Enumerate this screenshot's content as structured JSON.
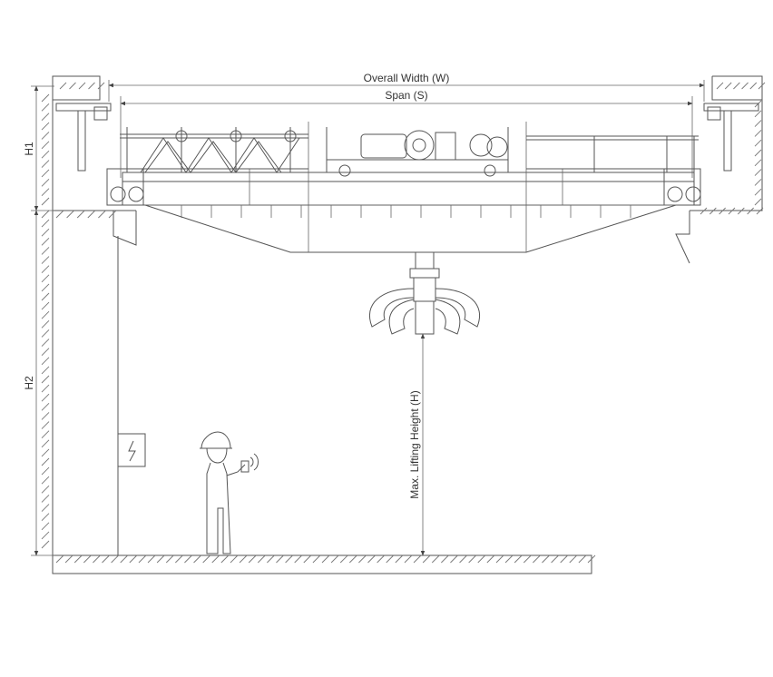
{
  "dimensions": {
    "overall_width": "Overall Width (W)",
    "span": "Span (S)",
    "h1": "H1",
    "h2": "H2",
    "max_lifting_height": "Max. Lifting Height (H)"
  },
  "colors": {
    "line": "#555555",
    "hatch": "#777777",
    "background": "#ffffff"
  }
}
